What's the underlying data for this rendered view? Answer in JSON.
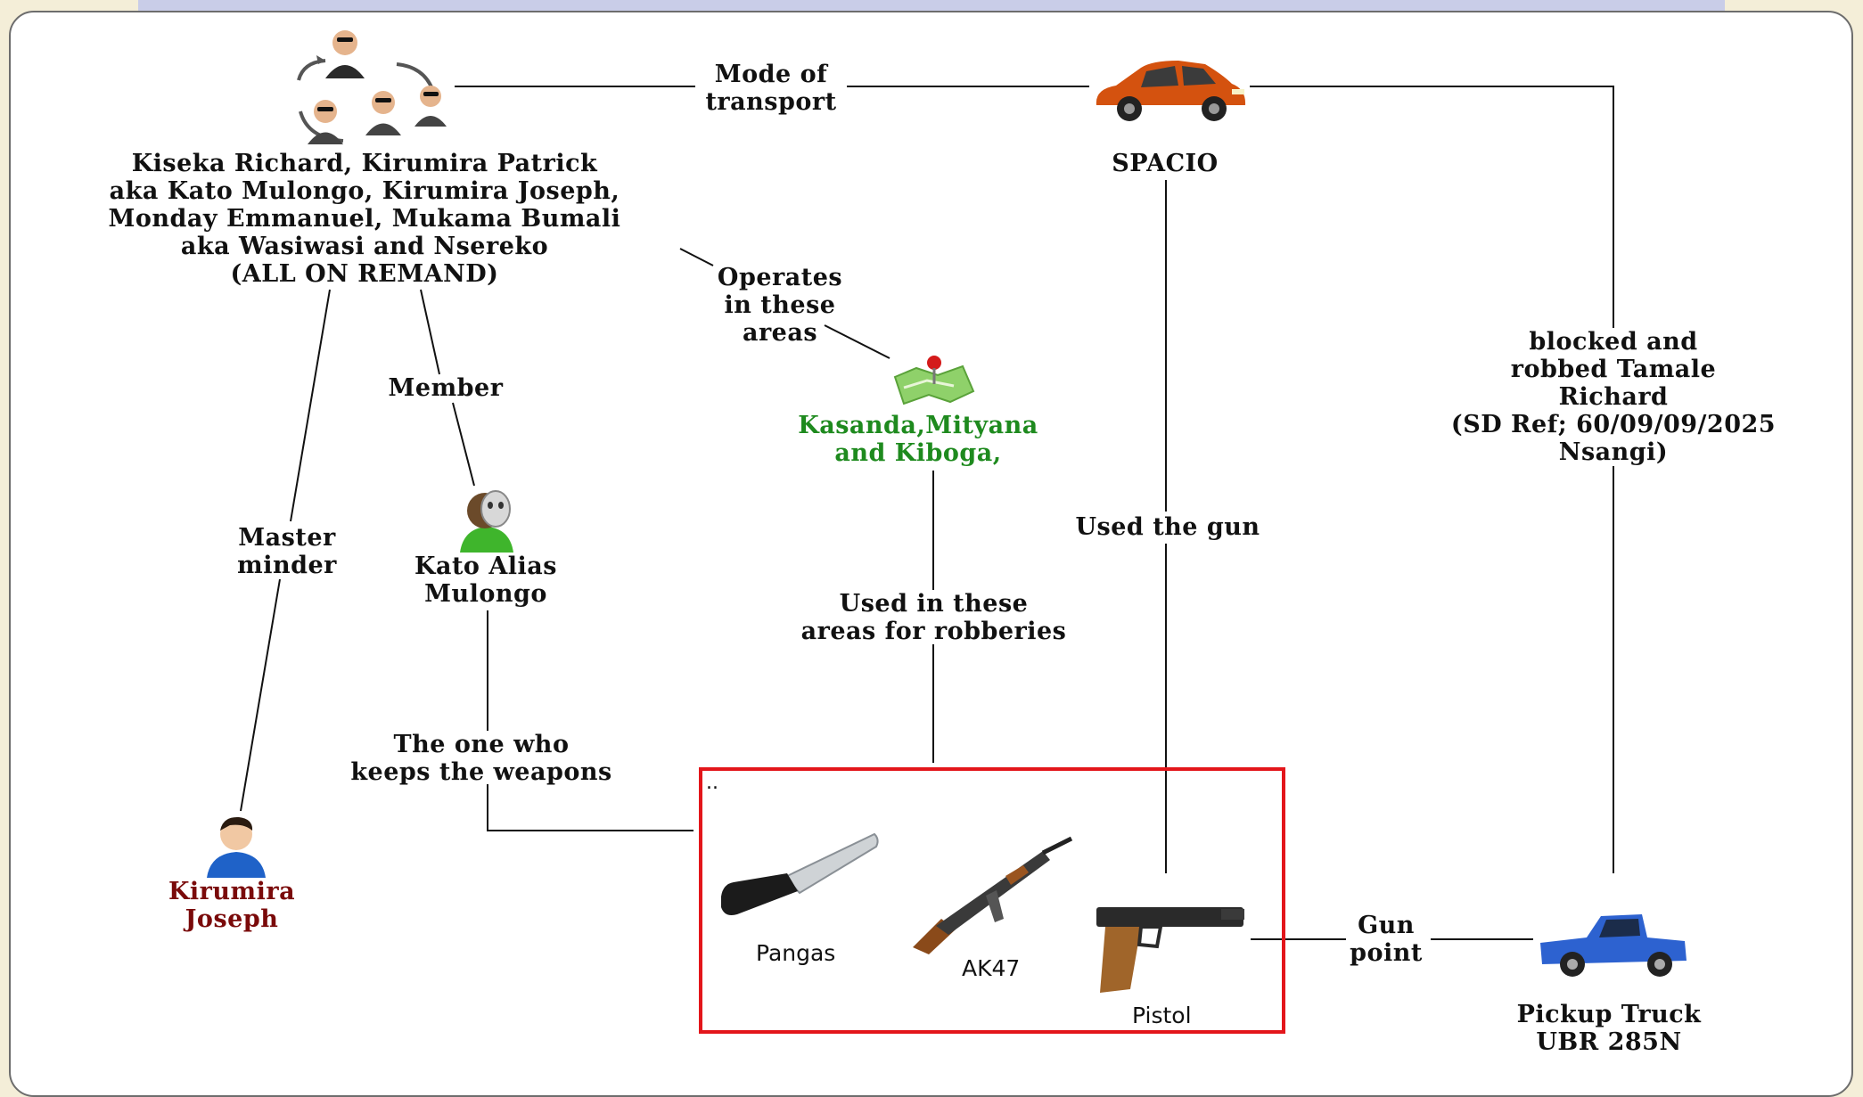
{
  "nodes": {
    "suspects": "Kiseka Richard, Kirumira Patrick\naka Kato Mulongo, Kirumira Joseph,\nMonday Emmanuel, Mukama Bumali\naka Wasiwasi and Nsereko\n(ALL ON REMAND)",
    "car": "SPACIO",
    "areas": "Kasanda,Mityana\nand Kiboga,",
    "kato": "Kato Alias\nMulongo",
    "kirumira": "Kirumira\nJoseph",
    "truck": "Pickup Truck\nUBR 285N",
    "weapons_dots": ".."
  },
  "weapons": {
    "pangas": "Pangas",
    "ak47": "AK47",
    "pistol": "Pistol"
  },
  "edges": {
    "mode_of_transport": "Mode of\ntransport",
    "operates": "Operates\nin these\nareas",
    "member": "Member",
    "master_minder": "Master\nminder",
    "keeps_weapons": "The one who\nkeeps the weapons",
    "used_in_areas": "Used in these\nareas for robberies",
    "used_the_gun": "Used the gun",
    "blocked_robbed": "blocked and\nrobbed Tamale\nRichard\n(SD Ref; 60/09/09/2025\nNsangi)",
    "gun_point": "Gun\npoint"
  },
  "colors": {
    "areas_text": "#1e8a1e",
    "kirumira_text": "#7a0a0a",
    "weapons_box": "#e3161b",
    "car": "#d4520f",
    "truck": "#2d62d0"
  }
}
